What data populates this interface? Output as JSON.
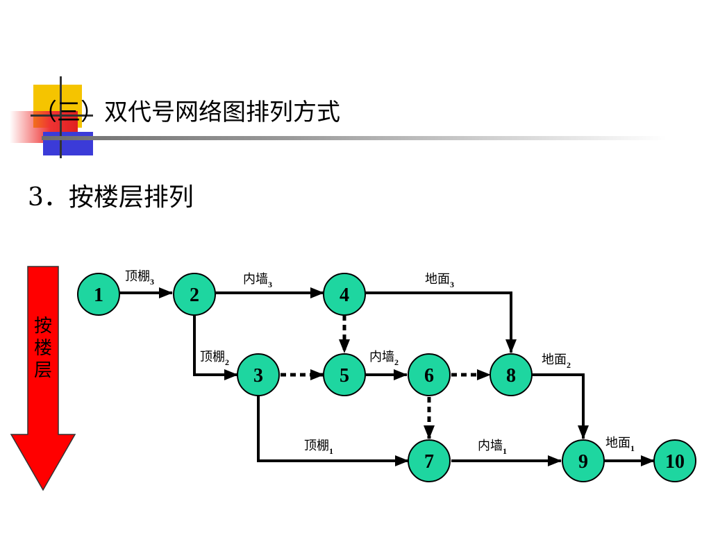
{
  "slide": {
    "title": "（三）双代号网络图排列方式",
    "subtitle": "3．按楼层排列",
    "side_label": "按楼层",
    "colors": {
      "node_fill": "#1ed6a0",
      "arrow_fill": "#ff0000",
      "deco_yellow": "#f5c400",
      "deco_red": "#ee2222",
      "deco_blue": "#3b3bd8"
    }
  },
  "diagram": {
    "nodes": [
      {
        "id": "1",
        "label": "1"
      },
      {
        "id": "2",
        "label": "2"
      },
      {
        "id": "3",
        "label": "3"
      },
      {
        "id": "4",
        "label": "4"
      },
      {
        "id": "5",
        "label": "5"
      },
      {
        "id": "6",
        "label": "6"
      },
      {
        "id": "7",
        "label": "7"
      },
      {
        "id": "8",
        "label": "8"
      },
      {
        "id": "9",
        "label": "9"
      },
      {
        "id": "10",
        "label": "10"
      }
    ],
    "edges": [
      {
        "from": "1",
        "to": "2",
        "type": "solid",
        "label": "顶棚",
        "sub": "3"
      },
      {
        "from": "2",
        "to": "4",
        "type": "solid",
        "label": "内墙",
        "sub": "3"
      },
      {
        "from": "4",
        "to": "8",
        "type": "solid",
        "label": "地面",
        "sub": "3"
      },
      {
        "from": "2",
        "to": "3",
        "type": "solid",
        "label": "顶棚",
        "sub": "2"
      },
      {
        "from": "4",
        "to": "5",
        "type": "dashed"
      },
      {
        "from": "3",
        "to": "5",
        "type": "dashed"
      },
      {
        "from": "5",
        "to": "6",
        "type": "solid",
        "label": "内墙",
        "sub": "2"
      },
      {
        "from": "6",
        "to": "8",
        "type": "dashed"
      },
      {
        "from": "8",
        "to": "9",
        "type": "solid",
        "label": "地面",
        "sub": "2"
      },
      {
        "from": "6",
        "to": "7",
        "type": "dashed"
      },
      {
        "from": "3",
        "to": "7",
        "type": "solid",
        "label": "顶棚",
        "sub": "1"
      },
      {
        "from": "7",
        "to": "9",
        "type": "solid",
        "label": "内墙",
        "sub": "1"
      },
      {
        "from": "9",
        "to": "10",
        "type": "solid",
        "label": "地面",
        "sub": "1"
      }
    ]
  }
}
